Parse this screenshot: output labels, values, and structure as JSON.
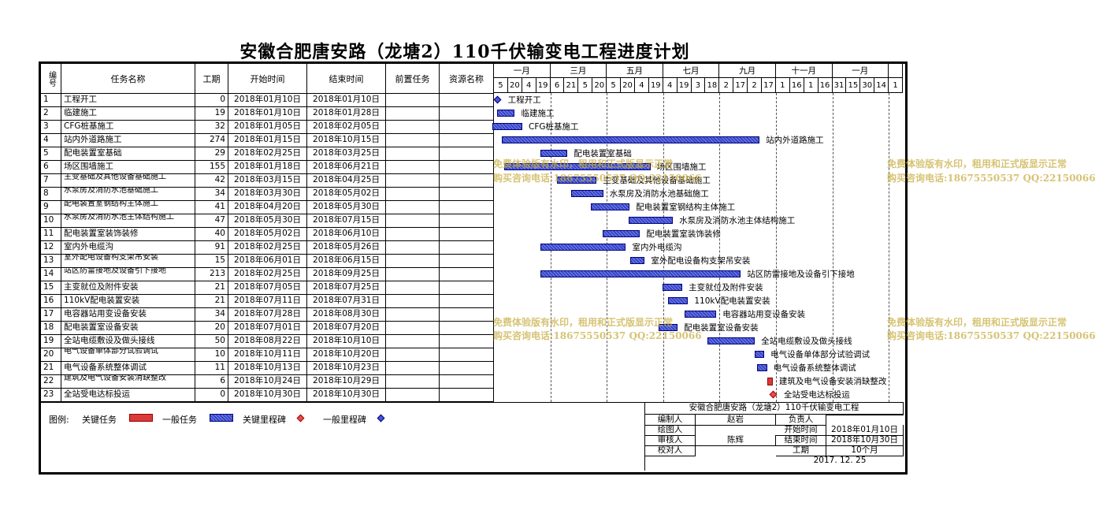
{
  "title": "安徽合肥唐安路（龙塘2）110千伏输变电工程进度计划",
  "headers": {
    "num": "编号",
    "name": "任务名称",
    "duration": "工期",
    "start": "开始时间",
    "end": "结束时间",
    "predecessor": "前置任务",
    "resource": "资源名称"
  },
  "months": [
    "一月",
    "三月",
    "五月",
    "七月",
    "九月",
    "十一月",
    "一月"
  ],
  "days": [
    "5",
    "20",
    "4",
    "19",
    "6",
    "21",
    "5",
    "20",
    "5",
    "20",
    "4",
    "19",
    "4",
    "19",
    "3",
    "18",
    "2",
    "17",
    "2",
    "17",
    "1",
    "16",
    "1",
    "16",
    "31",
    "15",
    "30",
    "14",
    "1"
  ],
  "tasks": [
    {
      "num": "1",
      "name": "工程开工",
      "duration": "0",
      "start": "2018年01月10日",
      "end": "2018年01月10日",
      "milestone": true,
      "s": 9,
      "e": 9
    },
    {
      "num": "2",
      "name": "临建施工",
      "duration": "19",
      "start": "2018年01月10日",
      "end": "2018年01月28日",
      "s": 9,
      "e": 27
    },
    {
      "num": "3",
      "name": "CFG桩基施工",
      "duration": "32",
      "start": "2018年01月05日",
      "end": "2018年02月05日",
      "s": 4,
      "e": 35
    },
    {
      "num": "4",
      "name": "站内外道路施工",
      "duration": "274",
      "start": "2018年01月15日",
      "end": "2018年10月15日",
      "s": 14,
      "e": 287
    },
    {
      "num": "5",
      "name": "配电装置室基础",
      "duration": "29",
      "start": "2018年02月25日",
      "end": "2018年03月25日",
      "s": 55,
      "e": 83
    },
    {
      "num": "6",
      "name": "场区围墙施工",
      "duration": "155",
      "start": "2018年01月18日",
      "end": "2018年06月21日",
      "s": 17,
      "e": 171
    },
    {
      "num": "7",
      "name": "主变基础及其他设备基础施工",
      "duration": "42",
      "start": "2018年03月15日",
      "end": "2018年04月25日",
      "s": 73,
      "e": 114
    },
    {
      "num": "8",
      "name": "水泵房及消防水池基础施工",
      "duration": "34",
      "start": "2018年03月30日",
      "end": "2018年05月02日",
      "s": 88,
      "e": 121
    },
    {
      "num": "9",
      "name": "配电装置室钢结构主体施工",
      "duration": "41",
      "start": "2018年04月20日",
      "end": "2018年05月30日",
      "s": 109,
      "e": 149
    },
    {
      "num": "10",
      "name": "水泵房及消防水池主体结构施工",
      "duration": "47",
      "start": "2018年05月30日",
      "end": "2018年07月15日",
      "s": 149,
      "e": 195
    },
    {
      "num": "11",
      "name": "配电装置室装饰装修",
      "duration": "40",
      "start": "2018年05月02日",
      "end": "2018年06月10日",
      "s": 121,
      "e": 160
    },
    {
      "num": "12",
      "name": "室内外电缆沟",
      "duration": "91",
      "start": "2018年02月25日",
      "end": "2018年05月26日",
      "s": 55,
      "e": 145
    },
    {
      "num": "13",
      "name": "室外配电设备构支架吊安装",
      "duration": "15",
      "start": "2018年06月01日",
      "end": "2018年06月15日",
      "s": 151,
      "e": 165
    },
    {
      "num": "14",
      "name": "站区防雷接地及设备引下接地",
      "duration": "213",
      "start": "2018年02月25日",
      "end": "2018年09月25日",
      "s": 55,
      "e": 267
    },
    {
      "num": "15",
      "name": "主变就位及附件安装",
      "duration": "21",
      "start": "2018年07月05日",
      "end": "2018年07月25日",
      "s": 185,
      "e": 205
    },
    {
      "num": "16",
      "name": "110kV配电装置安装",
      "duration": "21",
      "start": "2018年07月11日",
      "end": "2018年07月31日",
      "s": 191,
      "e": 211
    },
    {
      "num": "17",
      "name": "电容器站用变设备安装",
      "duration": "34",
      "start": "2018年07月28日",
      "end": "2018年08月30日",
      "s": 208,
      "e": 241
    },
    {
      "num": "18",
      "name": "配电装置室设备安装",
      "duration": "20",
      "start": "2018年07月01日",
      "end": "2018年07月20日",
      "s": 181,
      "e": 200
    },
    {
      "num": "19",
      "name": "全站电缆敷设及做头接线",
      "duration": "50",
      "start": "2018年08月22日",
      "end": "2018年10月10日",
      "s": 233,
      "e": 282
    },
    {
      "num": "20",
      "name": "电气设备单体部分试验调试",
      "duration": "10",
      "start": "2018年10月11日",
      "end": "2018年10月20日",
      "s": 283,
      "e": 292
    },
    {
      "num": "21",
      "name": "电气设备系统整体调试",
      "duration": "11",
      "start": "2018年10月13日",
      "end": "2018年10月23日",
      "s": 285,
      "e": 295
    },
    {
      "num": "22",
      "name": "建筑及电气设备安装消缺整改",
      "duration": "6",
      "start": "2018年10月24日",
      "end": "2018年10月29日",
      "s": 296,
      "e": 301,
      "critical": true
    },
    {
      "num": "23",
      "name": "全站受电达标投运",
      "duration": "0",
      "start": "2018年10月30日",
      "end": "2018年10月30日",
      "milestone": true,
      "critical": true,
      "s": 302,
      "e": 302
    }
  ],
  "legend": {
    "label": "图例:",
    "critical_task": "关键任务",
    "normal_task": "一般任务",
    "critical_milestone": "关键里程碑",
    "normal_milestone": "一般里程碑"
  },
  "info": {
    "project": "安徽合肥唐安路（龙塘2）110千伏输变电工程",
    "prepared_by_label": "编制人",
    "prepared_by": "赵岩",
    "charge_label": "负责人",
    "drawn_by_label": "绘图人",
    "start_label": "开始时间",
    "start": "2018年01月10日",
    "reviewer_label": "审核人",
    "reviewer": "陈辉",
    "end_label": "结束时间",
    "end": "2018年10月30日",
    "checker_label": "校对人",
    "duration_label": "工期",
    "duration": "10个月",
    "date": "2017. 12. 25"
  },
  "watermark": {
    "line1": "免费体验版有水印，租用和正式版显示正常",
    "line2": "购买咨询电话:18675550537 QQ:22150066"
  },
  "colors": {
    "bar": "#3344cc",
    "critical": "#d93a3a",
    "watermark": "#c8af46"
  }
}
